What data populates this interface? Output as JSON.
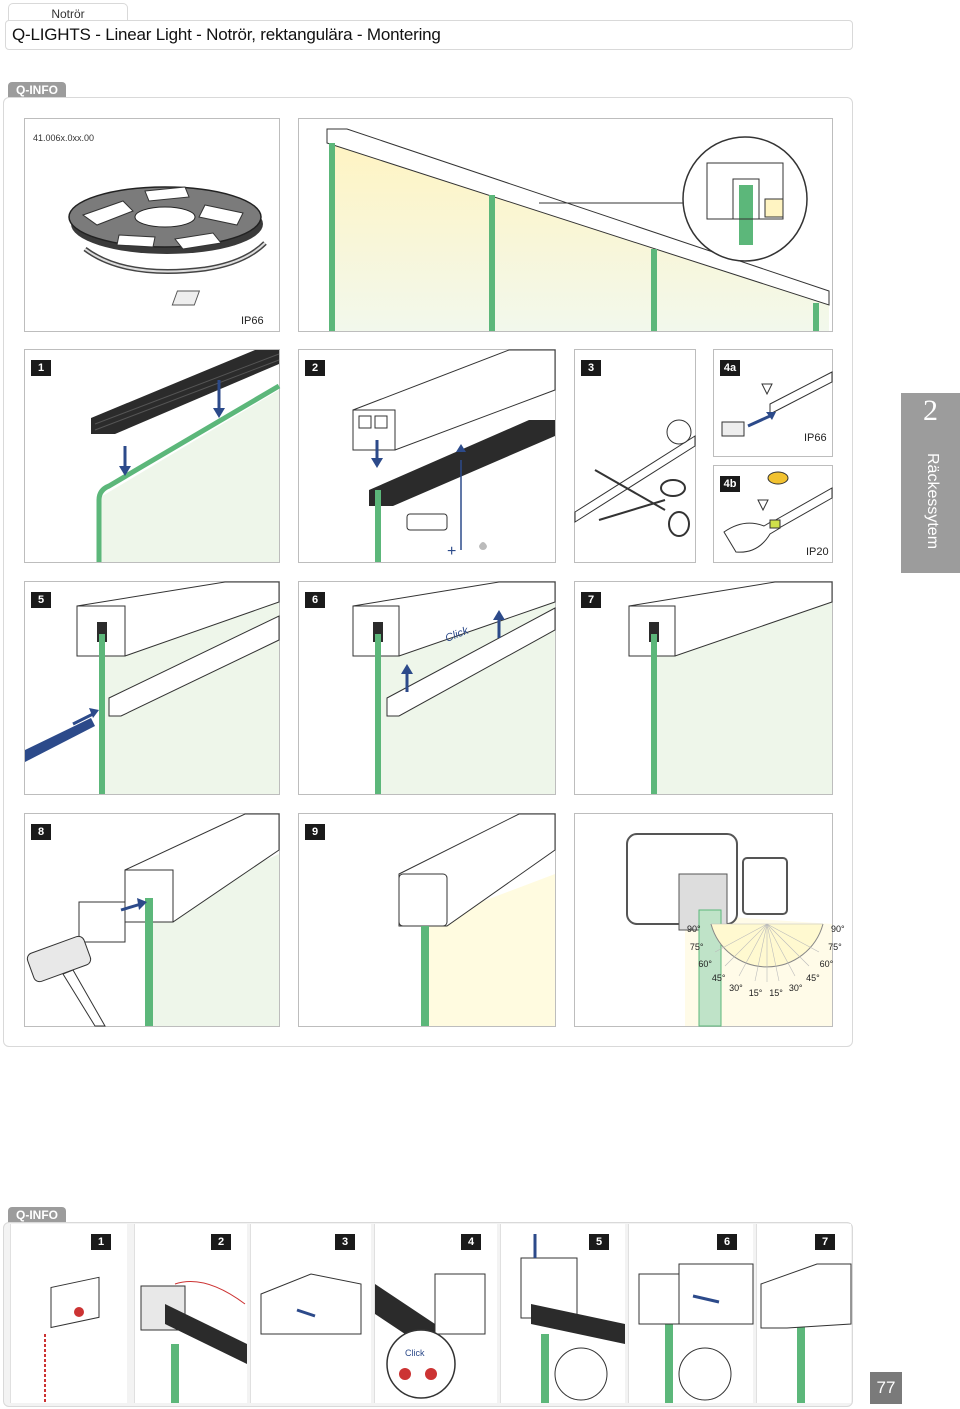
{
  "header": {
    "breadcrumb": "Notrör",
    "title": "Q-LIGHTS - Linear Light - Notrör, rektangulära - Montering"
  },
  "qinfo_label": "Q-INFO",
  "product": {
    "article_no": "41.006x.0xx.00",
    "ip_rating": "IP66"
  },
  "steps": {
    "s1": "1",
    "s2": "2",
    "s3": "3",
    "s4a": "4a",
    "s4b": "4b",
    "s5": "5",
    "s6": "6",
    "s7": "7",
    "s8": "8",
    "s9": "9",
    "ip_4a": "IP66",
    "ip_4b": "IP20",
    "click": "Click"
  },
  "beam_angles": [
    "90°",
    "75°",
    "60°",
    "45°",
    "30°",
    "15°",
    "15°",
    "30°",
    "45°",
    "60°",
    "75°",
    "90°"
  ],
  "side_tab": {
    "chapter_number": "2",
    "chapter_label": "Räckessytem"
  },
  "bottom_steps": [
    "1",
    "2",
    "3",
    "4",
    "5",
    "6",
    "7"
  ],
  "bottom_click": "Click",
  "page_number": "77",
  "colors": {
    "glass_edge": "#5cb77a",
    "glass_fill": "#eef6ea",
    "profile_dark": "#2b2b2b",
    "arrow_blue": "#2c4a8a",
    "tab_grey": "#9c9c9c",
    "led_glow": "#fff4c2"
  }
}
